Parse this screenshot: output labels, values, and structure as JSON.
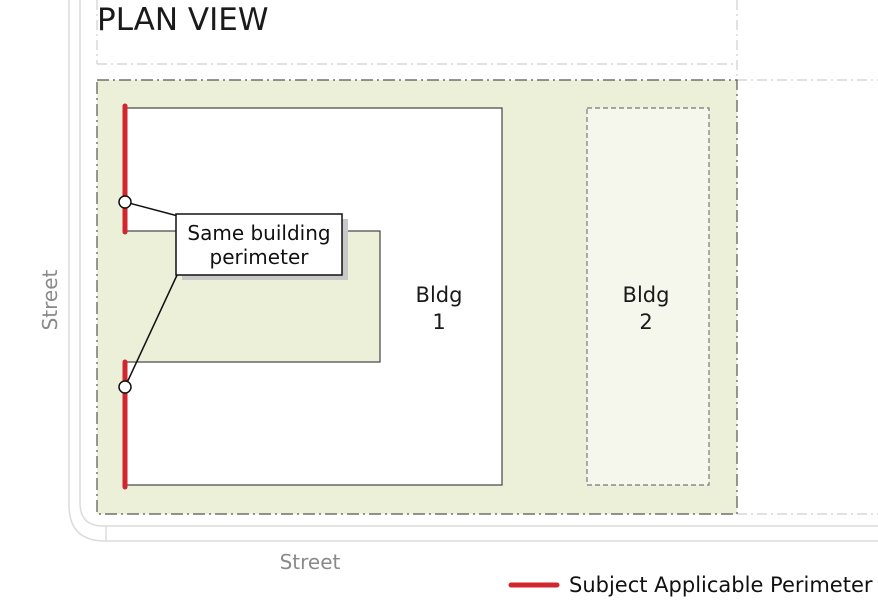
{
  "title": "PLAN VIEW",
  "streets": {
    "left": "Street",
    "bottom": "Street"
  },
  "buildings": [
    {
      "name": "Bldg",
      "number": "1"
    },
    {
      "name": "Bldg",
      "number": "2"
    }
  ],
  "callout": {
    "line1": "Same building",
    "line2": "perimeter"
  },
  "legend": {
    "label": "Subject Applicable Perimeter",
    "color": "#d1262e"
  },
  "colors": {
    "lot_fill": "#edf0d8",
    "perimeter_red": "#d1262e",
    "bldg2_fill": "#f6f7ec"
  }
}
